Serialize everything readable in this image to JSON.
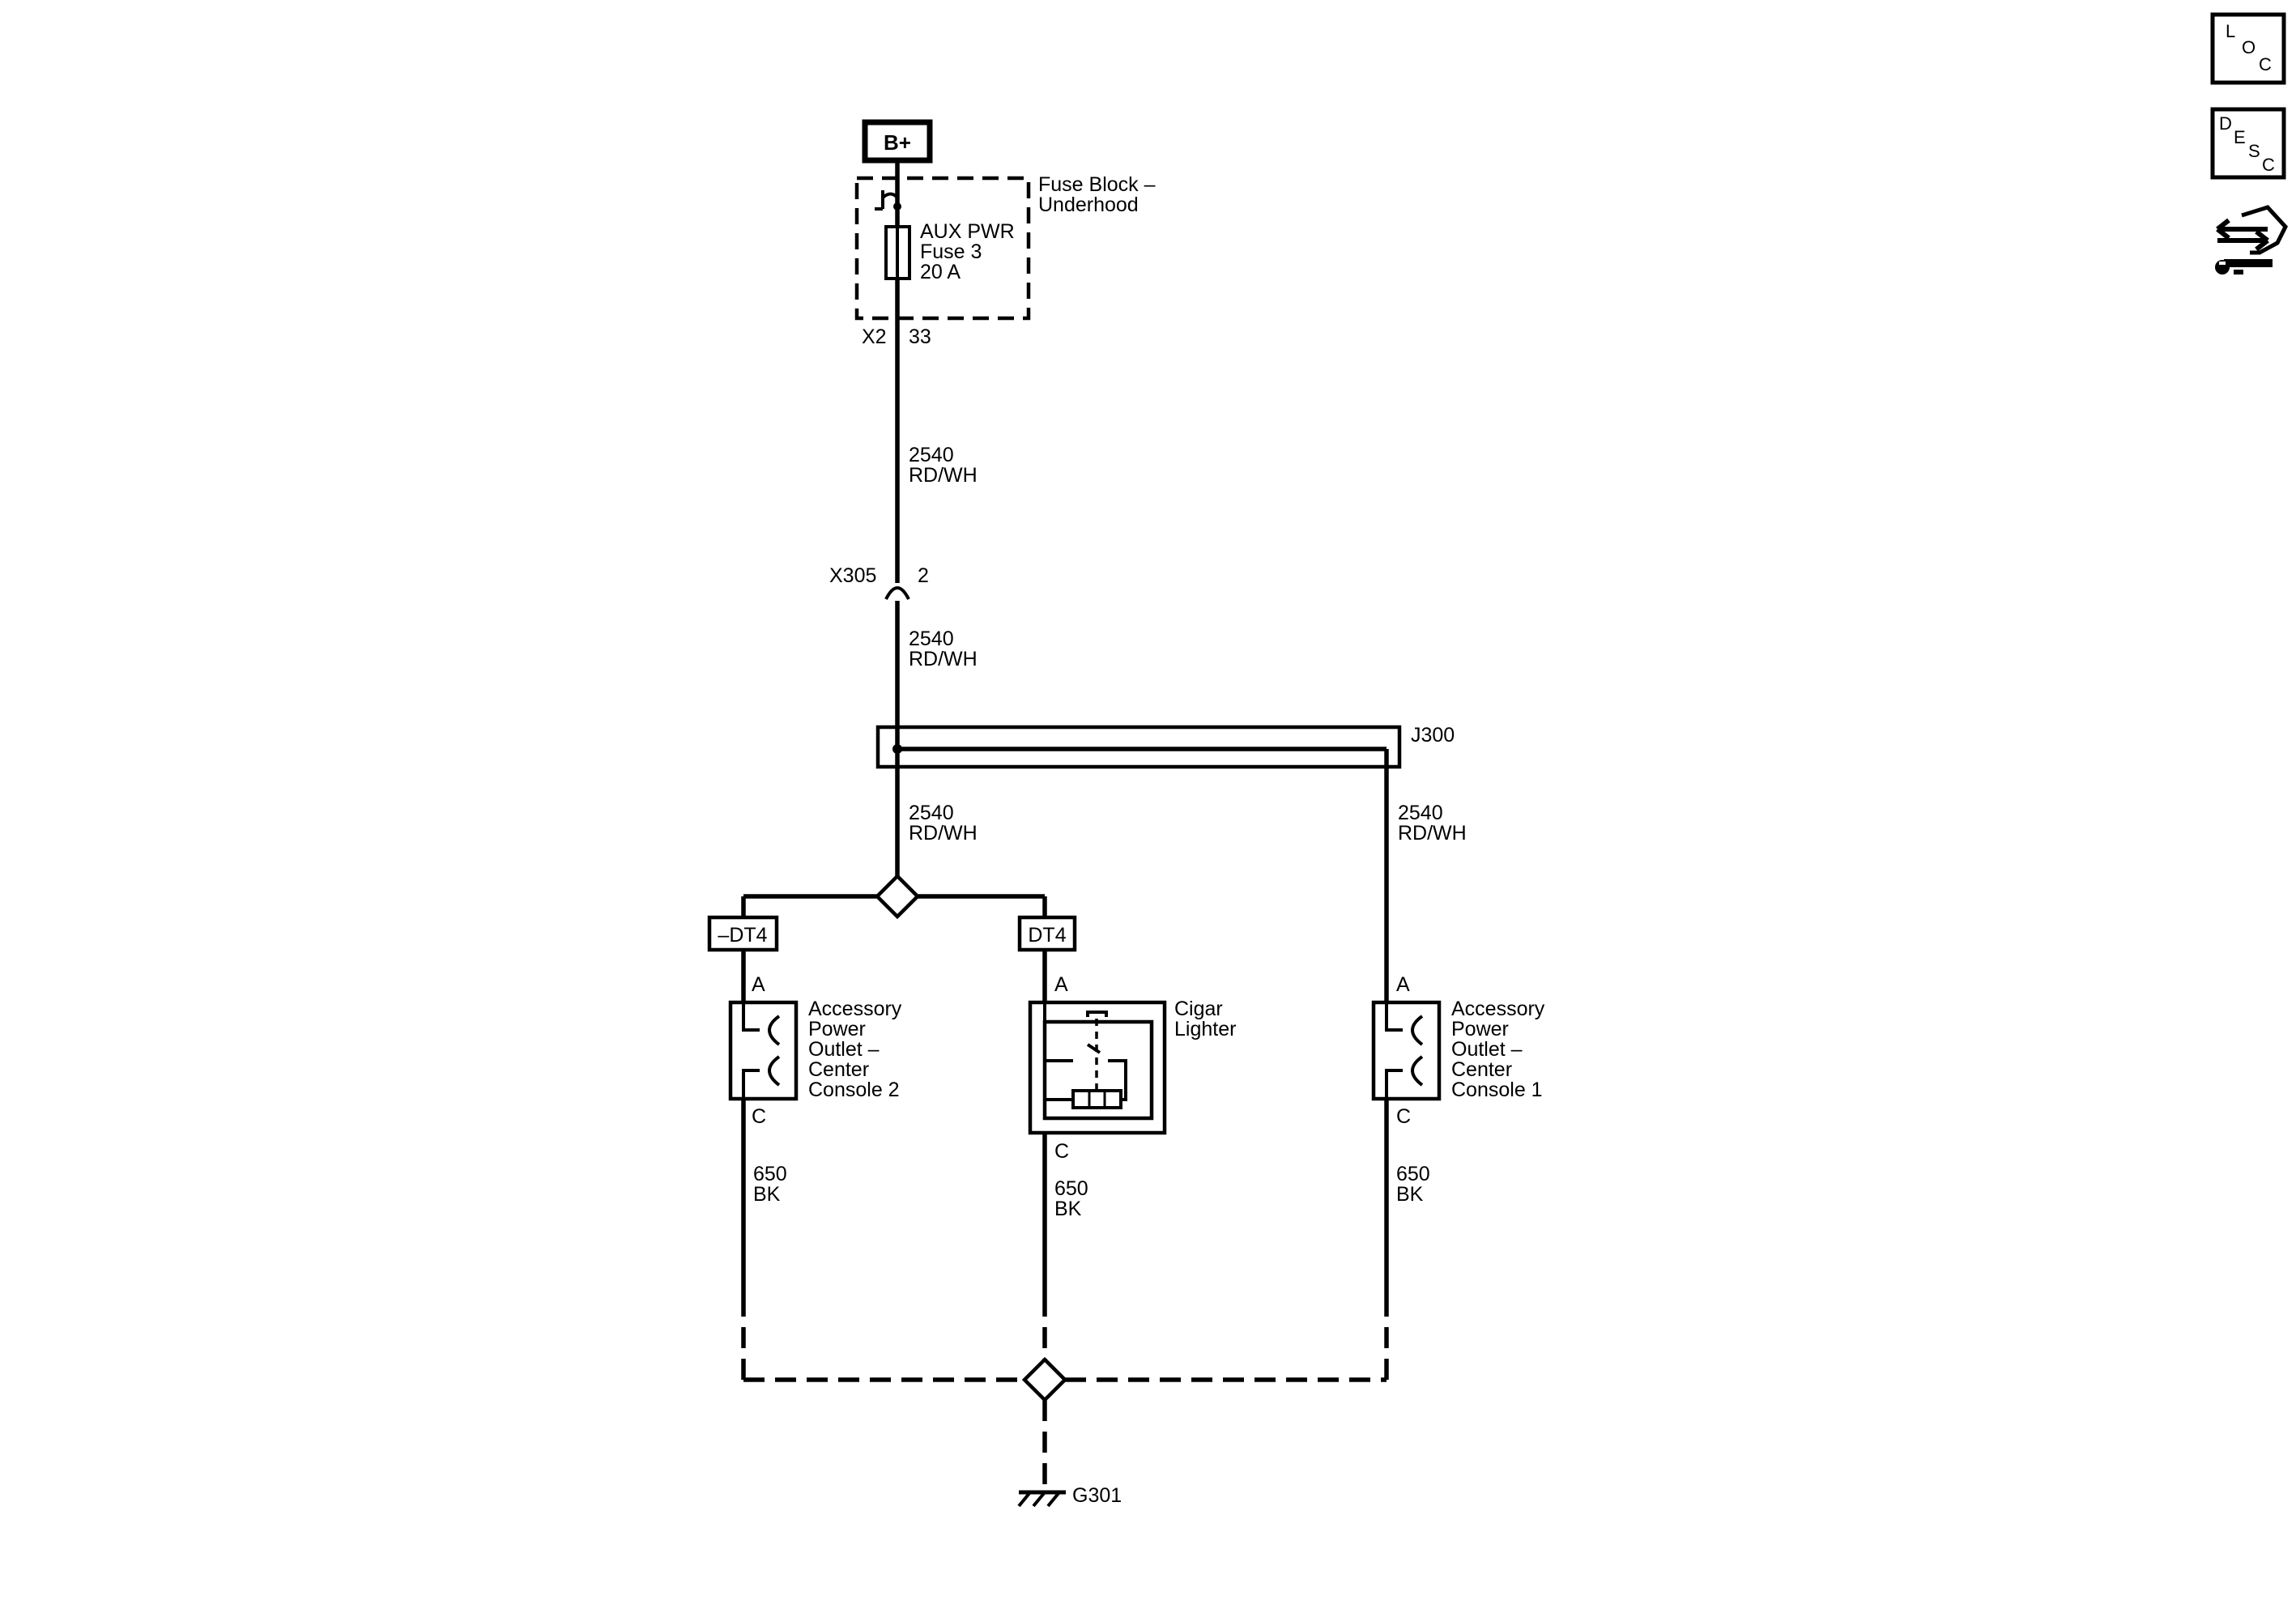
{
  "power_source": {
    "label": "B+"
  },
  "fuse_block": {
    "name_line1": "Fuse Block –",
    "name_line2": "Underhood",
    "fuse_line1": "AUX PWR",
    "fuse_line2": "Fuse 3",
    "fuse_line3": "20 A",
    "connector": "X2",
    "pin": "33"
  },
  "wires": {
    "w1": {
      "circuit": "2540",
      "color": "RD/WH"
    },
    "w2": {
      "circuit": "2540",
      "color": "RD/WH"
    },
    "w3": {
      "circuit": "2540",
      "color": "RD/WH"
    },
    "w4": {
      "circuit": "2540",
      "color": "RD/WH"
    },
    "g1": {
      "circuit": "650",
      "color": "BK"
    },
    "g2": {
      "circuit": "650",
      "color": "BK"
    },
    "g3": {
      "circuit": "650",
      "color": "BK"
    }
  },
  "inline_connector": {
    "name": "X305",
    "pin": "2"
  },
  "splice": {
    "name": "J300"
  },
  "options": {
    "left": "–DT4",
    "middle": "DT4"
  },
  "components": {
    "outlet2": {
      "pin_in": "A",
      "pin_out": "C",
      "lines": [
        "Accessory",
        "Power",
        "Outlet –",
        "Center",
        "Console 2"
      ]
    },
    "lighter": {
      "pin_in": "A",
      "pin_out": "C",
      "lines": [
        "Cigar",
        "Lighter"
      ]
    },
    "outlet1": {
      "pin_in": "A",
      "pin_out": "C",
      "lines": [
        "Accessory",
        "Power",
        "Outlet –",
        "Center",
        "Console 1"
      ]
    }
  },
  "ground": {
    "name": "G301"
  },
  "nav": {
    "loc": {
      "l1": "L",
      "l2": "O",
      "l3": "C"
    },
    "desc": {
      "l1": "D",
      "l2": "E",
      "l3": "S",
      "l4": "C"
    },
    "diag_icon": "connector-wrench-icon"
  }
}
